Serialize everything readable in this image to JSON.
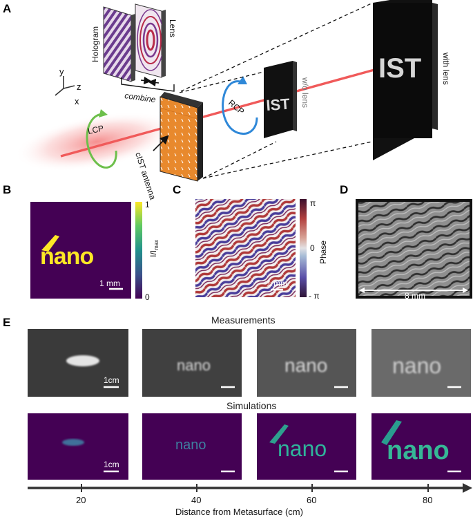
{
  "panels": {
    "A": "A",
    "B": "B",
    "C": "C",
    "D": "D",
    "E": "E"
  },
  "panel_a": {
    "hologram": "Hologram",
    "lens": "Lens",
    "combine": "combine",
    "lcp": "LCP",
    "rcp": "RCP",
    "antenna": "cIST antenna",
    "wo_lens": "w/o lens",
    "with_lens": "with lens",
    "ist_text": "IST",
    "axis_y": "y",
    "axis_z": "z",
    "axis_x": "x"
  },
  "panel_b": {
    "image_text": "nano",
    "scale": "1 mm",
    "cbar_top": "1",
    "cbar_bottom": "0",
    "cbar_label": "I/I",
    "cbar_label_sub": "max"
  },
  "panel_c": {
    "scale": "1 mm",
    "cbar_top": "π",
    "cbar_mid": "0",
    "cbar_bottom": "- π",
    "cbar_label": "Phase"
  },
  "panel_d": {
    "scale": "8 mm"
  },
  "panel_e": {
    "measurements_title": "Measurements",
    "simulations_title": "Simulations",
    "scale": "1cm",
    "image_text": "nano",
    "axis_title": "Distance from Metasurface (cm)",
    "ticks": [
      "20",
      "40",
      "60",
      "80"
    ]
  },
  "colors": {
    "laser": "#f05a5a",
    "antenna": "#e8892d",
    "lcp_arrow": "#6dbf4b",
    "rcp_arrow": "#2f88d8",
    "viridis_dark": "#440154",
    "viridis_yellow": "#fde725"
  }
}
